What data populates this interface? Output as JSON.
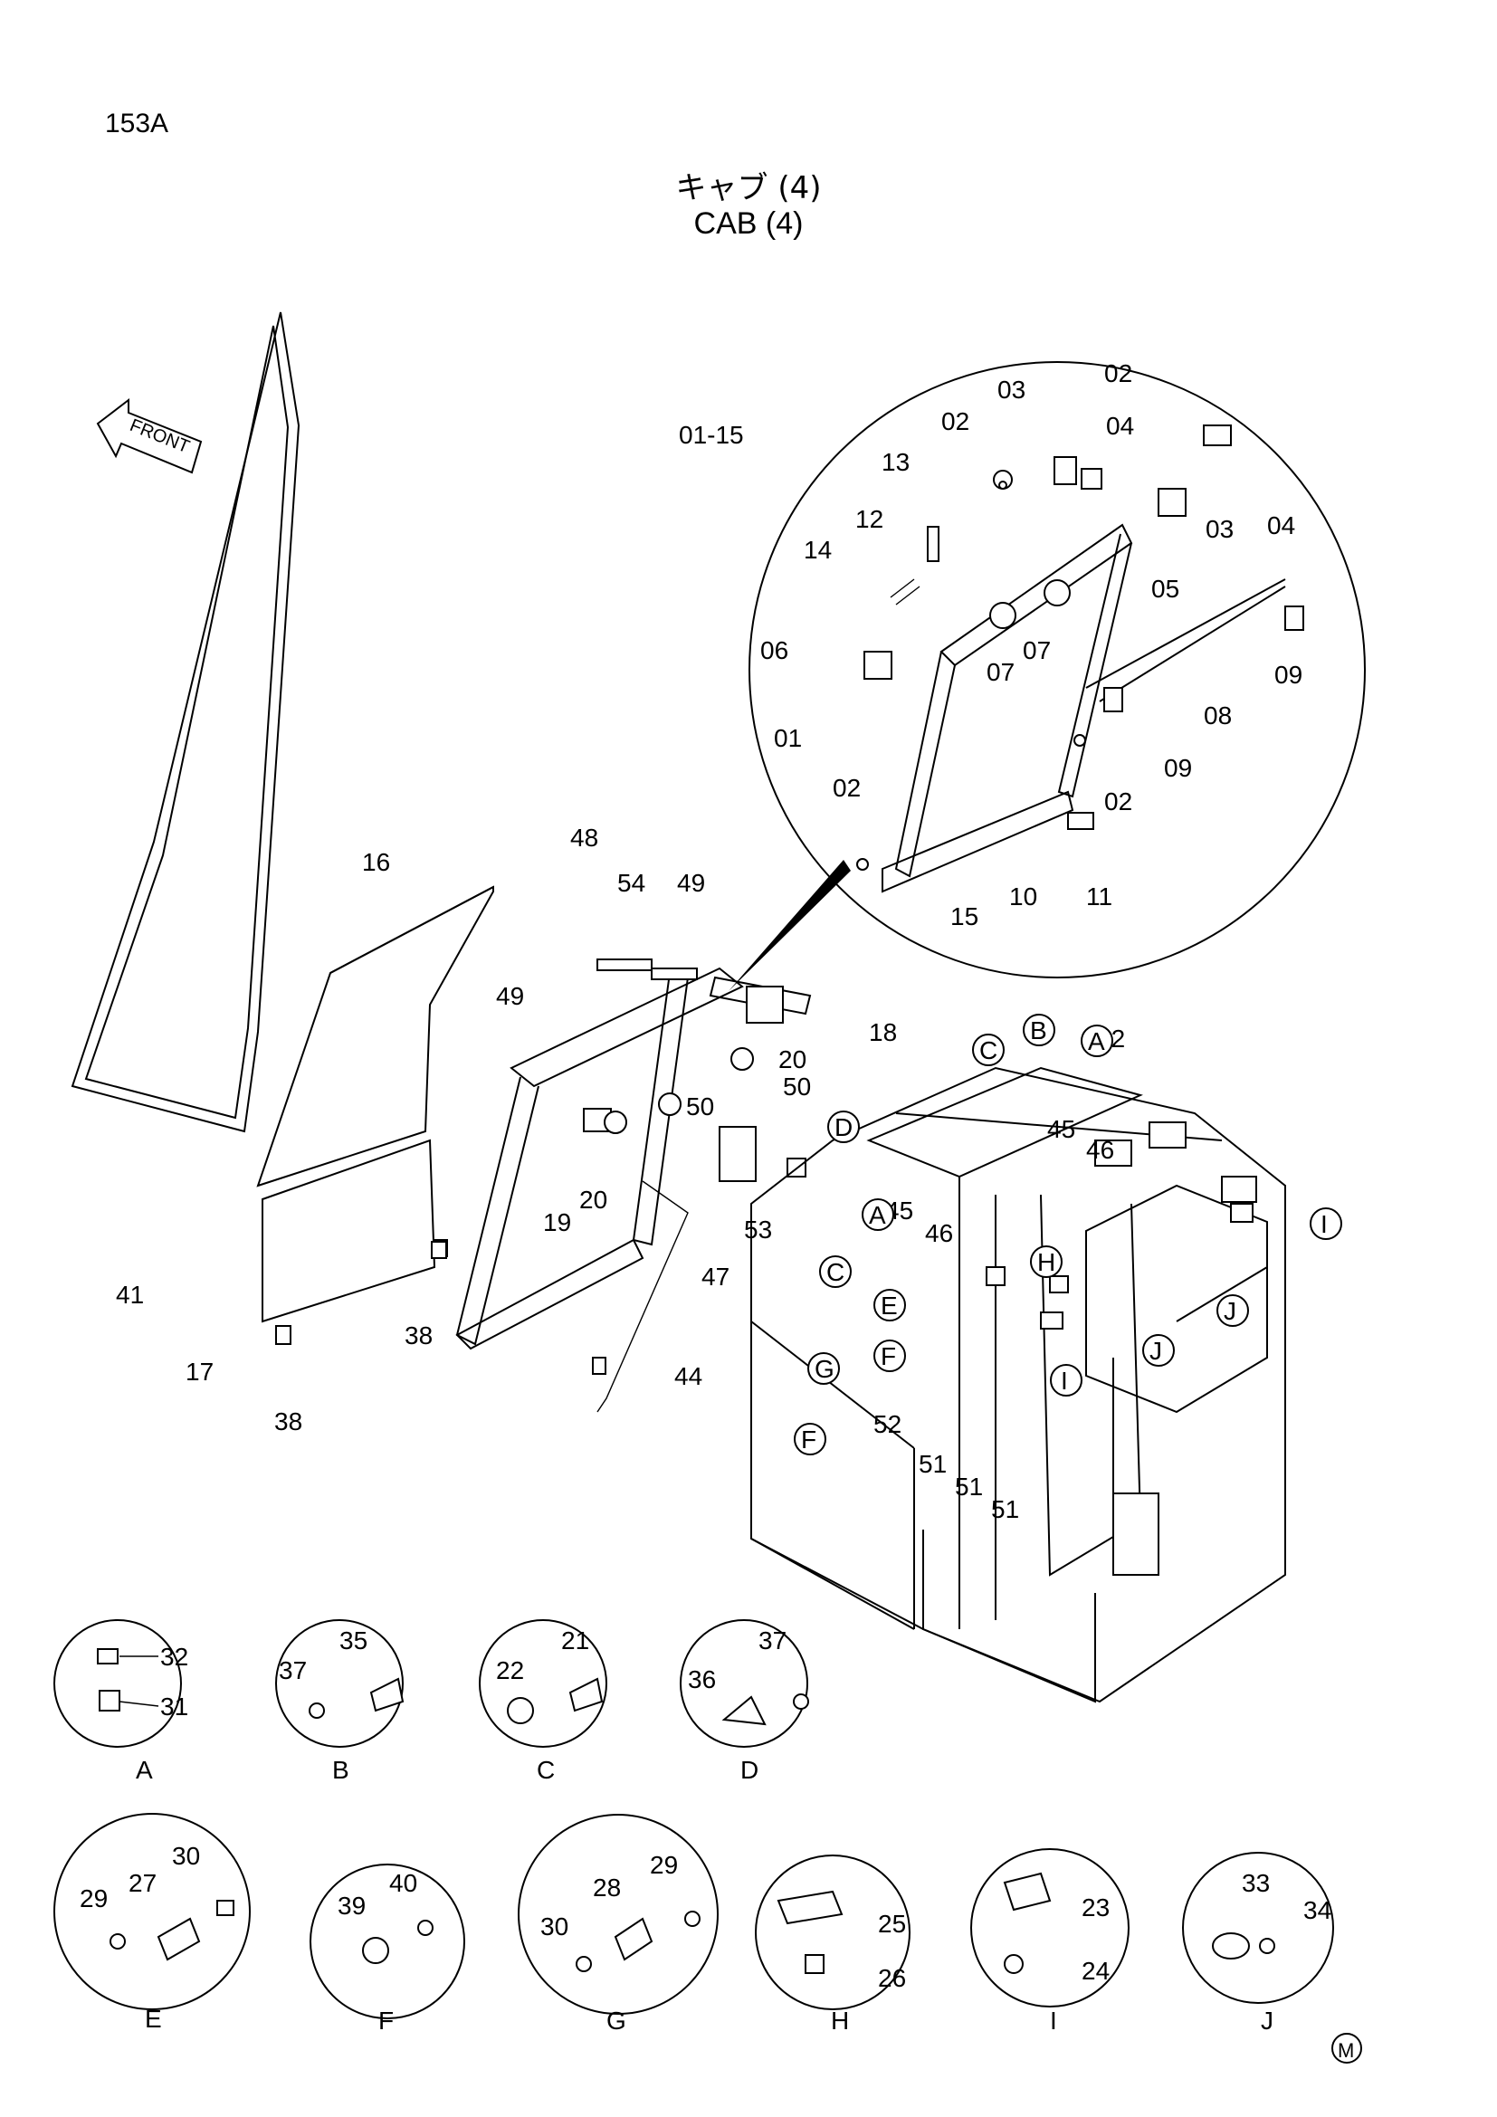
{
  "page_id": "153A",
  "title_jp": "キャブ (4)",
  "title_en": "CAB (4)",
  "front_label": "FRONT",
  "corner_mark": "M",
  "callouts": [
    "01-15",
    "01",
    "02",
    "03",
    "04",
    "05",
    "06",
    "07",
    "08",
    "09",
    "10",
    "11",
    "12",
    "13",
    "14",
    "15",
    "16",
    "17",
    "18",
    "19",
    "20",
    "38",
    "41",
    "42",
    "44",
    "45",
    "46",
    "47",
    "48",
    "49",
    "50",
    "51",
    "52",
    "53",
    "54"
  ],
  "letter_markers": [
    "A",
    "B",
    "C",
    "D",
    "E",
    "F",
    "G",
    "H",
    "I",
    "J"
  ],
  "details": [
    {
      "letter": "A",
      "parts": [
        "32",
        "31"
      ]
    },
    {
      "letter": "B",
      "parts": [
        "35",
        "37"
      ]
    },
    {
      "letter": "C",
      "parts": [
        "21",
        "22"
      ]
    },
    {
      "letter": "D",
      "parts": [
        "37",
        "36"
      ]
    },
    {
      "letter": "E",
      "parts": [
        "30",
        "27",
        "29"
      ]
    },
    {
      "letter": "F",
      "parts": [
        "40",
        "39"
      ]
    },
    {
      "letter": "G",
      "parts": [
        "29",
        "28",
        "30"
      ]
    },
    {
      "letter": "H",
      "parts": [
        "25",
        "26"
      ]
    },
    {
      "letter": "I",
      "parts": [
        "23",
        "24"
      ]
    },
    {
      "letter": "J",
      "parts": [
        "33",
        "34"
      ]
    }
  ]
}
